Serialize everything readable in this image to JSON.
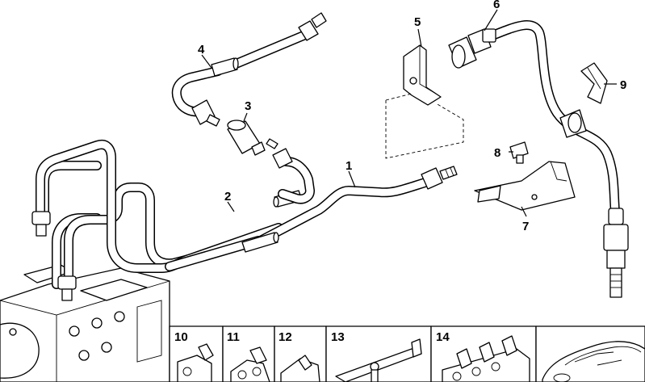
{
  "callouts": {
    "c1": "1",
    "c2": "2",
    "c3": "3",
    "c4": "4",
    "c5": "5",
    "c6": "6",
    "c7": "7",
    "c8": "8",
    "c9": "9"
  },
  "panels": [
    {
      "label": "10"
    },
    {
      "label": "11"
    },
    {
      "label": "12"
    },
    {
      "label": "13"
    },
    {
      "label": "14"
    },
    {
      "label": ""
    }
  ]
}
